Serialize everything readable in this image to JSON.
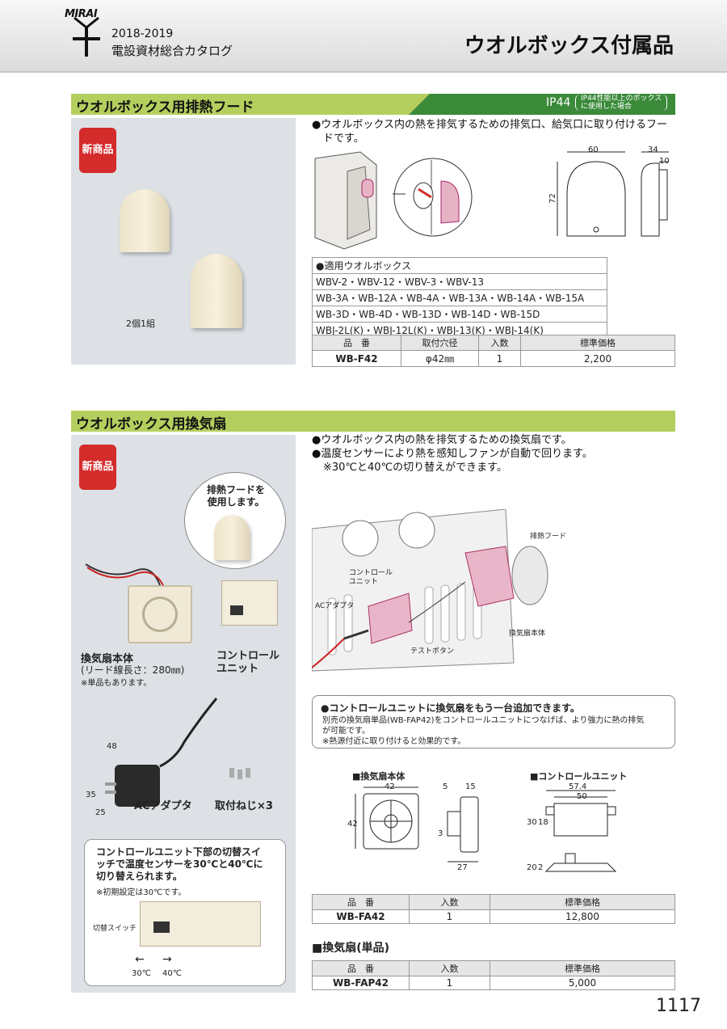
{
  "header": {
    "brand": "MIRAI",
    "catalog_year": "2018-2019",
    "catalog_name": "電設資材総合カタログ",
    "page_title": "ウオルボックス付属品"
  },
  "section1": {
    "title": "ウオルボックス用排熱フード",
    "ip_rating": "IP44",
    "ip_note_line1": "IP44性能以上のボックス",
    "ip_note_line2": "に使用した場合",
    "badge": "新商品",
    "set_label": "2個1組",
    "bullet_line1": "●ウオルボックス内の熱を排気するための排気口、給気口に取り付けるフー",
    "bullet_line2": "ドです。",
    "dims": {
      "width": "60",
      "depth": "34",
      "flange": "10",
      "height": "72"
    },
    "compat_title": "●適用ウオルボックス",
    "compat_rows": [
      "WBV-2・WBV-12・WBV-3・WBV-13",
      "WB-3A・WB-12A・WB-4A・WB-13A・WB-14A・WB-15A",
      "WB-3D・WB-4D・WB-13D・WB-14D・WB-15D",
      "WBJ-2L(K)・WBJ-12L(K)・WBJ-13(K)・WBJ-14(K)"
    ],
    "spec_headers": [
      "品　番",
      "取付穴径",
      "入数",
      "標準価格"
    ],
    "spec_row": [
      "WB-F42",
      "φ42㎜",
      "1",
      "2,200"
    ]
  },
  "section2": {
    "title": "ウオルボックス用換気扇",
    "badge": "新商品",
    "bubble_line1": "排熱フードを",
    "bubble_line2": "使用します。",
    "fan_label": "換気扇本体",
    "fan_lead": "(リード線長さ：280㎜)",
    "fan_note": "※単品もあります。",
    "control_label_line1": "コントロール",
    "control_label_line2": "ユニット",
    "adapter_label": "ACアダプタ",
    "screw_label": "取付ねじ×3",
    "adapter_dims": {
      "w": "48",
      "h": "35",
      "d": "25"
    },
    "switch_note_line1": "コントロールユニット下部の切替スイ",
    "switch_note_line2": "ッチで温度センサーを30℃と40℃に",
    "switch_note_line3": "切り替えられます。",
    "switch_note_line4": "※初期設定は30℃です。",
    "switch_label": "切替スイッチ",
    "temp_left": "30℃",
    "temp_right": "40℃",
    "bullet1": "●ウオルボックス内の熱を排気するための換気扇です。",
    "bullet2": "●温度センサーにより熱を感知しファンが自動で回ります。",
    "bullet3": "※30℃と40℃の切り替えができます。",
    "diagram_labels": {
      "hood": "排熱フード",
      "control_line1": "コントロール",
      "control_line2": "ユニット",
      "adapter": "ACアダプタ",
      "test_button": "テストボタン",
      "fan_body": "換気扇本体"
    },
    "info_title": "●コントロールユニットに換気扇をもう一台追加できます。",
    "info_line1": "別売の換気扇単品(WB-FAP42)をコントロールユニットにつなげば、より強力に熱の排気",
    "info_line2": "が可能です。",
    "info_line3": "※熱源付近に取り付けると効果的です。",
    "fan_drawing_title": "■換気扇本体",
    "fan_dims": {
      "w": "42",
      "h": "42",
      "a": "5",
      "b": "15",
      "c": "3",
      "d": "27"
    },
    "control_drawing_title": "■コントロールユニット",
    "control_dims": {
      "w1": "57.4",
      "w2": "50",
      "h1": "30",
      "h2": "18",
      "h3": "20",
      "h4": "2"
    },
    "spec_headers": [
      "品　番",
      "入数",
      "標準価格"
    ],
    "spec_row": [
      "WB-FA42",
      "1",
      "12,800"
    ],
    "single_title": "■換気扇(単品)",
    "single_row": [
      "WB-FAP42",
      "1",
      "5,000"
    ]
  },
  "page_number": "1117"
}
